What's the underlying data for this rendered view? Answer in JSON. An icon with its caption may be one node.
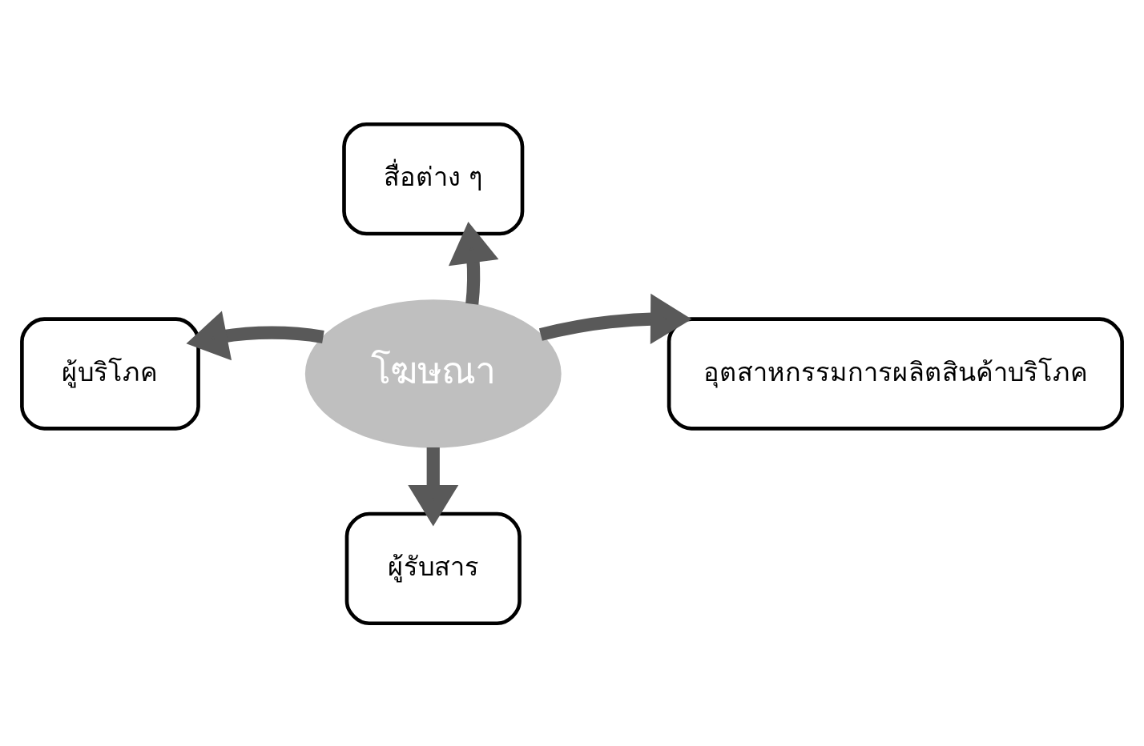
{
  "diagram": {
    "nodes": [
      {
        "text": [
          "โฆษณา"
        ]
      },
      {
        "text": [
          "สื่อต่าง ๆ"
        ]
      },
      {
        "text": [
          "ผู้บริโภค"
        ]
      },
      {
        "text": [
          "อุตสาหกรรมการผลิตสินค้าบริโภค"
        ]
      },
      {
        "text": [
          "ผู้รับสาร"
        ]
      }
    ],
    "edges": [
      {
        "from": 0,
        "to": 1,
        "arrow": "to"
      },
      {
        "from": 0,
        "to": 2,
        "arrow": "to"
      },
      {
        "from": 0,
        "to": 3,
        "arrow": "to"
      },
      {
        "from": 0,
        "to": 4,
        "arrow": "to"
      }
    ]
  }
}
